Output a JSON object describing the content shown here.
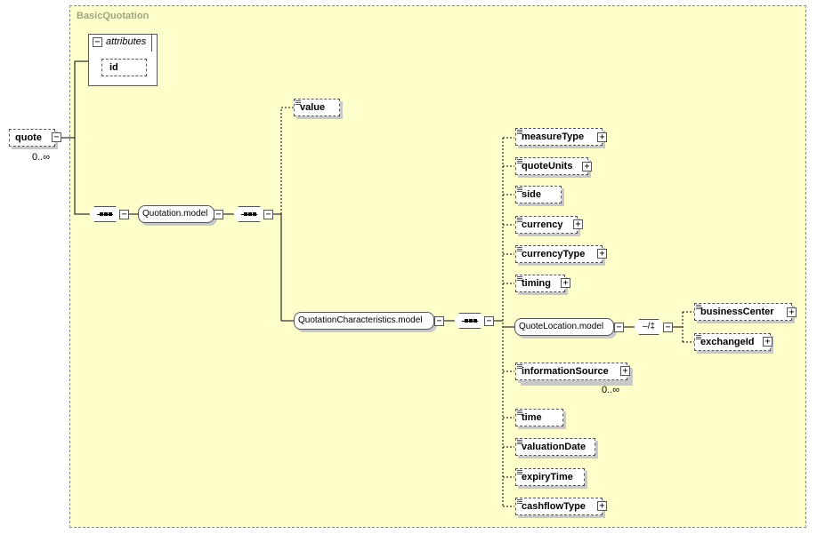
{
  "diagram": {
    "group_title": "BasicQuotation",
    "root": {
      "label": "quote",
      "occurrence": "0..∞"
    },
    "attributes": {
      "label": "attributes",
      "items": [
        "id"
      ]
    },
    "value_element": "value",
    "quotation_model": "Quotation.model",
    "characteristics_model": "QuotationCharacteristics.model",
    "quote_location_model": "QuoteLocation.model",
    "elements": {
      "measureType": "measureType",
      "quoteUnits": "quoteUnits",
      "side": "side",
      "currency": "currency",
      "currencyType": "currencyType",
      "timing": "timing",
      "informationSource": "informationSource",
      "informationSource_occurrence": "0..∞",
      "time": "time",
      "valuationDate": "valuationDate",
      "expiryTime": "expiryTime",
      "cashflowType": "cashflowType",
      "businessCenter": "businessCenter",
      "exchangeId": "exchangeId"
    },
    "expander_plus": "+",
    "expander_minus": "−"
  }
}
